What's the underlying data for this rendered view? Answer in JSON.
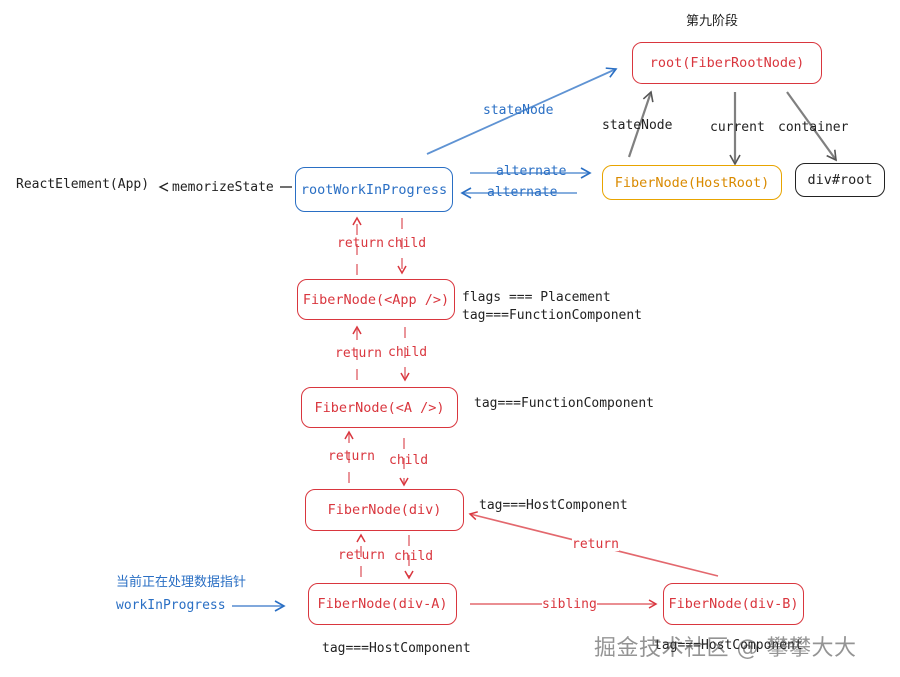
{
  "stage_title": "第九阶段",
  "nodes": {
    "root": "root(FiberRootNode)",
    "host_root": "FiberNode(HostRoot)",
    "div_root": "div#root",
    "wip": "rootWorkInProgress",
    "app": "FiberNode(<App />)",
    "a": "FiberNode(<A />)",
    "div": "FiberNode(div)",
    "div_a": "FiberNode(div-A)",
    "div_b": "FiberNode(div-B)"
  },
  "edges": {
    "state_node_blue": "stateNode",
    "state_node_gray": "stateNode",
    "current": "current",
    "container": "container",
    "alternate_top": "alternate",
    "alternate_bottom": "alternate",
    "memorize_state": "memorizeState",
    "return": "return",
    "child": "child",
    "sibling": "sibling",
    "return_b": "return"
  },
  "react_element": "ReactElement(App)",
  "annotations": {
    "app_flags": "flags === Placement",
    "app_tag": "tag===FunctionComponent",
    "a_tag": "tag===FunctionComponent",
    "div_tag": "tag===HostComponent",
    "div_a_tag": "tag===HostComponent",
    "div_b_tag": "tag===HostComponent"
  },
  "pointer": {
    "desc": "当前正在处理数据指针",
    "name": "workInProgress"
  },
  "watermark": "掘金技术社区 @ 攀攀大大",
  "colors": {
    "red": "#d9363e",
    "blue": "#2a6fc4",
    "orange": "#e8a400",
    "gray": "#555555",
    "black": "#222222"
  }
}
